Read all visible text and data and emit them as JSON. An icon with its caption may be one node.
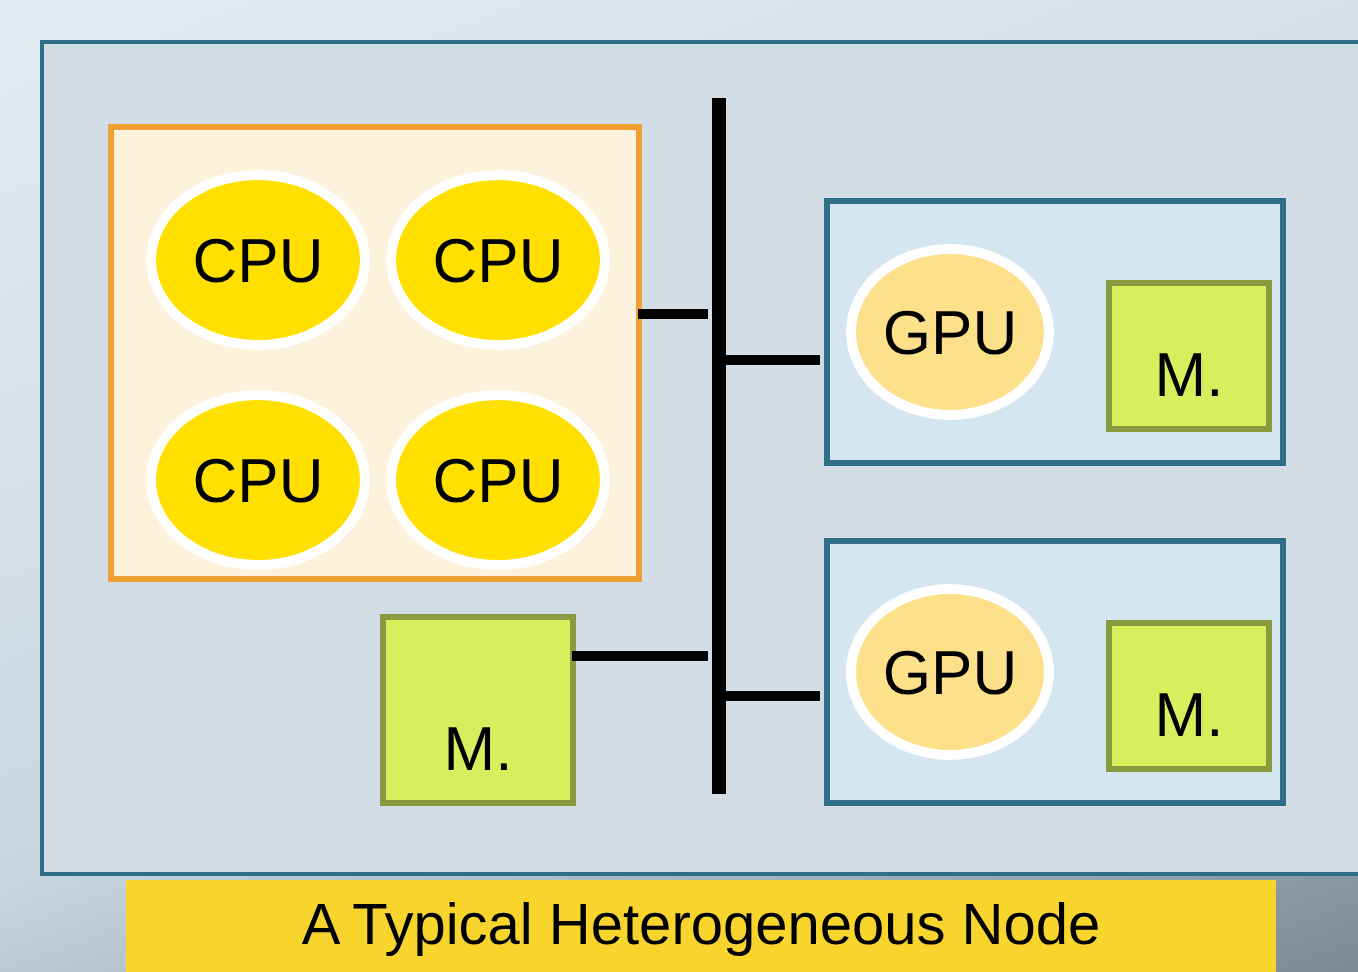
{
  "diagram": {
    "caption": "A Typical Heterogeneous Node",
    "nodes": [
      {
        "text": [],
        "shape": "box"
      },
      {
        "text": [],
        "shape": "box",
        "in": 0
      },
      {
        "text": [
          "CPU"
        ],
        "in": 1
      },
      {
        "text": [
          "CPU"
        ],
        "in": 1
      },
      {
        "text": [
          "CPU"
        ],
        "in": 1
      },
      {
        "text": [
          "CPU"
        ],
        "in": 1
      },
      {
        "text": [
          "M."
        ],
        "in": 0
      },
      {
        "text": [],
        "shape": "box",
        "in": 0
      },
      {
        "text": [
          "GPU"
        ],
        "in": 7
      },
      {
        "text": [
          "M."
        ],
        "in": 7
      },
      {
        "text": [],
        "shape": "box",
        "in": 0
      },
      {
        "text": [
          "GPU"
        ],
        "in": 10
      },
      {
        "text": [
          "M."
        ],
        "in": 10
      },
      {
        "text": [],
        "shape": "bar",
        "in": 0
      }
    ],
    "edges": [
      {
        "from": 1,
        "to": 13,
        "arrow": "none"
      },
      {
        "from": 13,
        "to": 7,
        "arrow": "none"
      },
      {
        "from": 6,
        "to": 13,
        "arrow": "none"
      },
      {
        "from": 13,
        "to": 10,
        "arrow": "none"
      }
    ]
  }
}
